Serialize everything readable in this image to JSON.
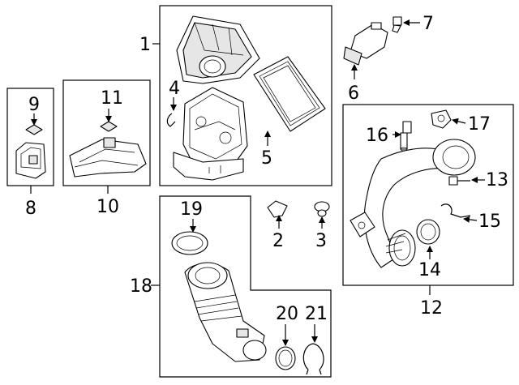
{
  "diagram": {
    "callouts": {
      "c1": "1",
      "c2": "2",
      "c3": "3",
      "c4": "4",
      "c5": "5",
      "c6": "6",
      "c7": "7",
      "c8": "8",
      "c9": "9",
      "c10": "10",
      "c11": "11",
      "c12": "12",
      "c13": "13",
      "c14": "14",
      "c15": "15",
      "c16": "16",
      "c17": "17",
      "c18": "18",
      "c19": "19",
      "c20": "20",
      "c21": "21"
    },
    "line_color": "#000000",
    "background": "#ffffff"
  }
}
